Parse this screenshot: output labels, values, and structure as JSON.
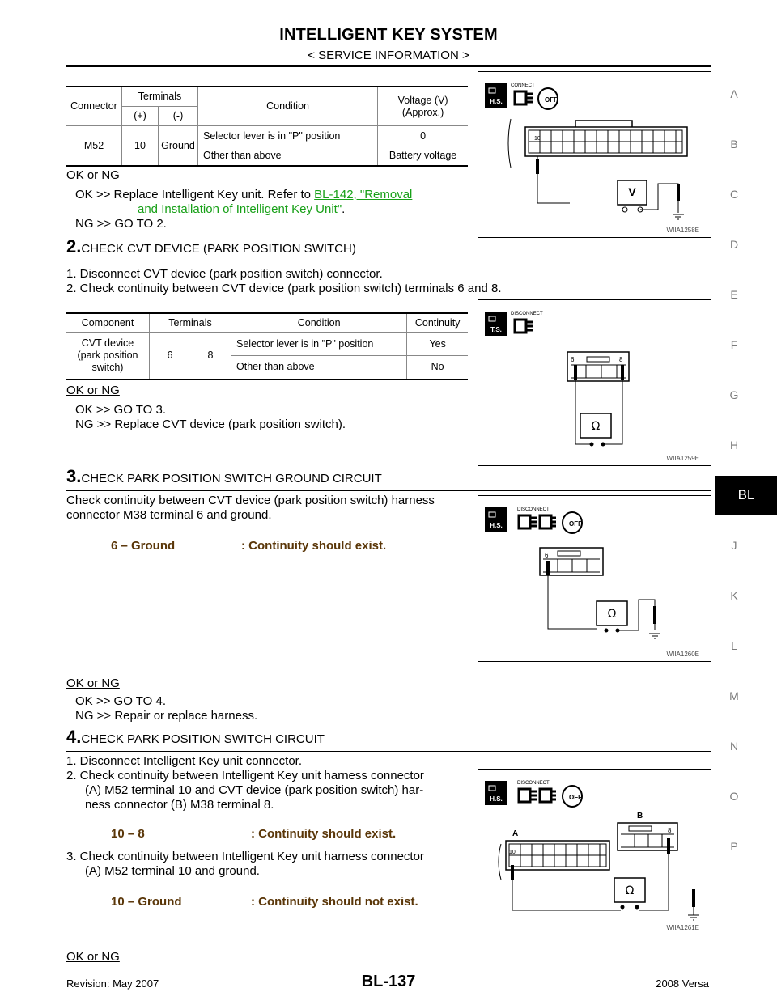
{
  "header": {
    "title": "INTELLIGENT KEY SYSTEM",
    "subtitle": "< SERVICE INFORMATION >"
  },
  "side_index": {
    "letters": [
      "A",
      "B",
      "C",
      "D",
      "E",
      "F",
      "G",
      "H",
      "J",
      "K",
      "L",
      "M",
      "N",
      "O",
      "P"
    ],
    "active": "BL"
  },
  "table1": {
    "h_connector": "Connector",
    "h_terminals": "Terminals",
    "h_condition": "Condition",
    "h_voltage": "Voltage (V)",
    "h_voltage2": "(Approx.)",
    "h_plus": "(+)",
    "h_minus": "(-)",
    "connector": "M52",
    "plus": "10",
    "minus": "Ground",
    "cond1": "Selector lever is in \"P\" position",
    "val1": "0",
    "cond2": "Other than above",
    "val2": "Battery voltage"
  },
  "block1": {
    "okng": "OK or NG",
    "ok_prefix": "OK      >> Replace Intelligent Key unit. Refer to ",
    "ok_link1": "BL-142, \"Removal",
    "ok_link2": "and Installation of Intelligent Key Unit\"",
    "ok_suffix": ".",
    "ng": "NG      >> GO TO 2."
  },
  "step2": {
    "num": "2.",
    "title": "CHECK CVT DEVICE (PARK POSITION SWITCH)",
    "line1": "1.  Disconnect CVT device (park position switch) connector.",
    "line2": "2.  Check continuity between CVT device (park position switch) terminals 6 and 8."
  },
  "table2": {
    "h_component": "Component",
    "h_terminals": "Terminals",
    "h_condition": "Condition",
    "h_continuity": "Continuity",
    "comp1": "CVT device",
    "comp2": "(park position",
    "comp3": "switch)",
    "t1": "6",
    "t2": "8",
    "cond1": "Selector lever is in \"P\" position",
    "val1": "Yes",
    "cond2": "Other than above",
    "val2": "No"
  },
  "block2": {
    "okng": "OK or NG",
    "ok": "OK      >> GO TO 3.",
    "ng": "NG      >> Replace CVT device (park position switch)."
  },
  "step3": {
    "num": "3.",
    "title": "CHECK PARK POSITION SWITCH GROUND CIRCUIT",
    "line1": "Check continuity between CVT device (park position switch) harness",
    "line2": "connector M38 terminal 6 and ground.",
    "spec_a": "6 – Ground",
    "spec_b": ": Continuity should exist."
  },
  "block3": {
    "okng": "OK or NG",
    "ok": "OK      >> GO TO 4.",
    "ng": "NG      >> Repair or replace harness."
  },
  "step4": {
    "num": "4.",
    "title": "CHECK PARK POSITION SWITCH CIRCUIT",
    "line1": "1.  Disconnect Intelligent Key unit connector.",
    "line2": "2.  Check continuity between Intelligent Key unit harness connector",
    "line3": "(A) M52 terminal 10 and CVT device (park position switch) har-",
    "line4": "ness connector (B) M38 terminal 8.",
    "spec1_a": "10 – 8",
    "spec1_b": ": Continuity should exist.",
    "line5": "3.  Check continuity between Intelligent Key unit harness connector",
    "line6": "(A) M52 terminal 10 and ground.",
    "spec2_a": "10 – Ground",
    "spec2_b": ": Continuity should not exist."
  },
  "block4": {
    "okng": "OK or NG"
  },
  "figures": {
    "fig1": {
      "code": "WIIA1258E",
      "connect": "CONNECT",
      "badge": "H.S.",
      "off": "OFF",
      "term": "10",
      "meter": "V"
    },
    "fig2": {
      "code": "WIIA1259E",
      "connect": "DISCONNECT",
      "badge": "T.S.",
      "term_a": "6",
      "term_b": "8",
      "meter": "Ω"
    },
    "fig3": {
      "code": "WIIA1260E",
      "connect": "DISCONNECT",
      "badge": "H.S.",
      "off": "OFF",
      "term": "6",
      "meter": "Ω"
    },
    "fig4": {
      "code": "WIIA1261E",
      "connect": "DISCONNECT",
      "badge": "H.S.",
      "off": "OFF",
      "label_a": "A",
      "label_b": "B",
      "term_a": "10",
      "term_b": "8",
      "meter": "Ω"
    }
  },
  "footer": {
    "revision": "Revision: May 2007",
    "page": "BL-137",
    "model": "2008 Versa"
  }
}
